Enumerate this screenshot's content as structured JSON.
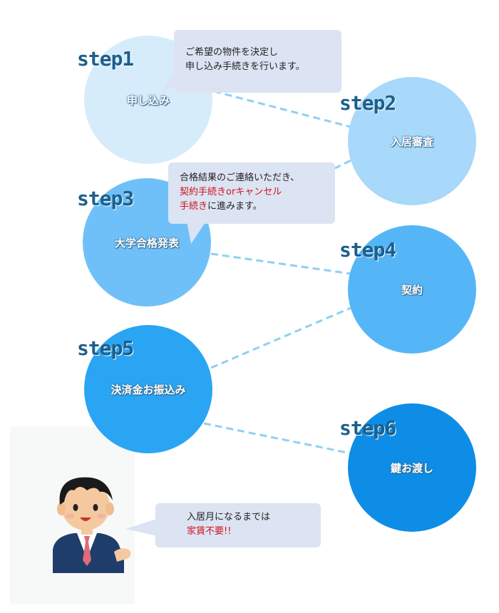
{
  "steps": [
    {
      "step": "step1",
      "label": "申し込み",
      "color": "#d6ecfb"
    },
    {
      "step": "step2",
      "label": "入居審査",
      "color": "#a8d8fa"
    },
    {
      "step": "step3",
      "label": "大学合格発表",
      "color": "#6fc0f9"
    },
    {
      "step": "step4",
      "label": "契約",
      "color": "#55b6f7"
    },
    {
      "step": "step5",
      "label": "決済金お振込み",
      "color": "#2aa5f4"
    },
    {
      "step": "step6",
      "label": "鍵お渡し",
      "color": "#0d8de6"
    }
  ],
  "bubbles": {
    "b1": {
      "line1": "ご希望の物件を決定し",
      "line2": "申し込み手続きを行います。"
    },
    "b3": {
      "line1": "合格結果のご連絡いただき、",
      "line2_red": "契約手続きorキャンセル",
      "line3_red": "手続き",
      "line3_rest": "に進みます。"
    },
    "b7": {
      "line1": "入居月になるまでは",
      "line2_red": "家賃不要!!"
    }
  },
  "colors": {
    "line": "#8fd0f3",
    "bubble_bg": "#dce3f2",
    "accent_red": "#d0141c",
    "step_text": "#1c5f8c"
  }
}
